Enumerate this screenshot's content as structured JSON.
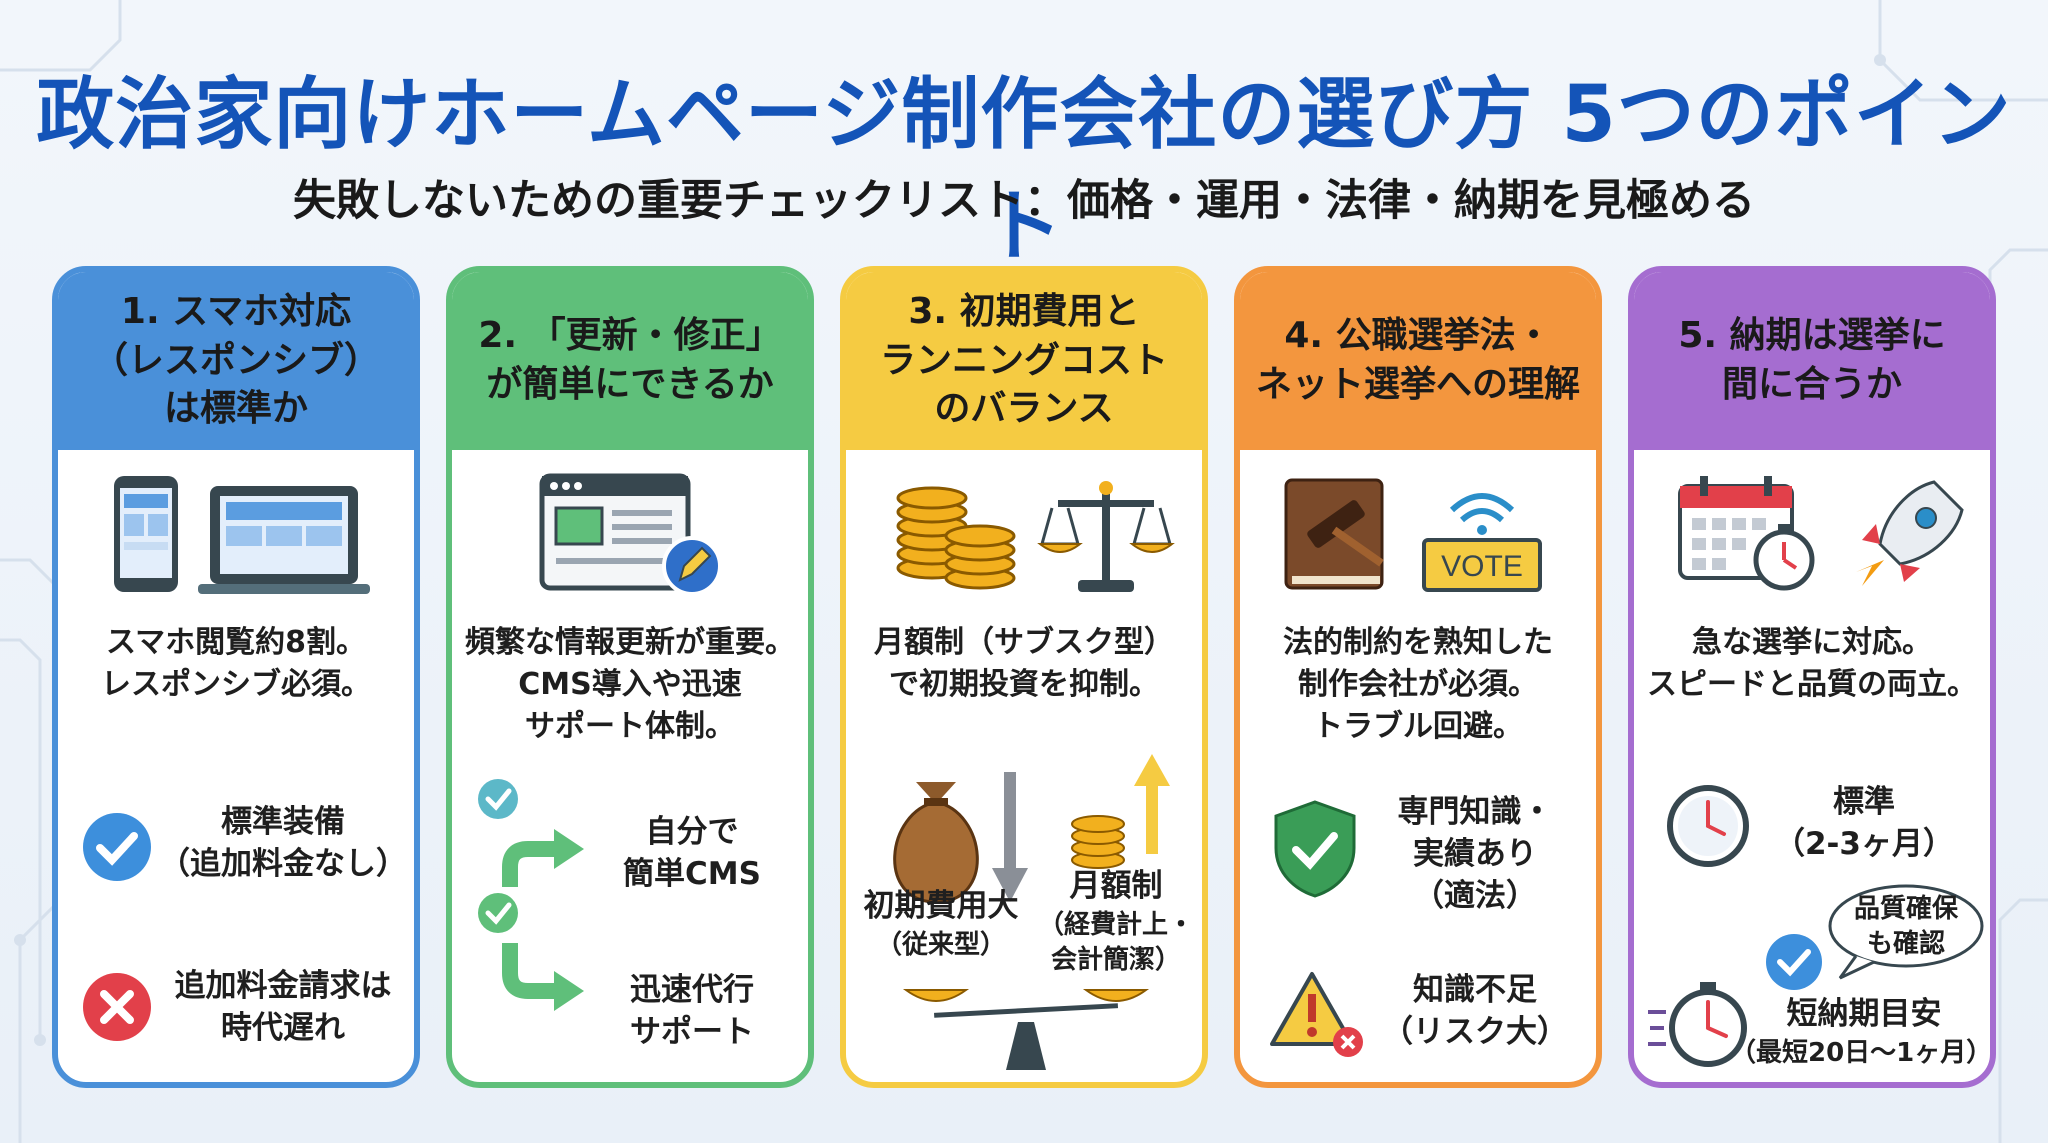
{
  "title": "政治家向けホームページ制作会社の選び方 5つのポイント",
  "subtitle": "失敗しないための重要チェックリスト：価格・運用・法律・納期を見極める",
  "colors": {
    "blue": "#4a90d9",
    "green": "#5fbf7a",
    "yellow": "#f5cb42",
    "orange": "#f3963e",
    "purple": "#a56dd0",
    "title": "#1454b8"
  },
  "cards": [
    {
      "heading": "1. スマホ対応\n（レスポンシブ）\nは標準か",
      "desc": "スマホ閲覧約8割。\nレスポンシブ必須。",
      "good": "標準装備\n（追加料金なし）",
      "bad": "追加料金請求は\n時代遅れ",
      "icons": [
        "smartphone-icon",
        "laptop-icon",
        "check-circle-icon",
        "x-circle-icon"
      ]
    },
    {
      "heading": "2. 「更新・修正」\nが簡単にできるか",
      "desc": "頻繁な情報更新が重要。\nCMS導入や迅速\nサポート体制。",
      "item1": "自分で\n簡単CMS",
      "item2": "迅速代行\nサポート",
      "icons": [
        "browser-edit-icon",
        "check-icon",
        "arrow-icon"
      ]
    },
    {
      "heading": "3. 初期費用と\nランニングコスト\nのバランス",
      "desc": "月額制（サブスク型）\nで初期投資を抑制。",
      "left": "初期費用大",
      "left_sub": "（従来型）",
      "right": "月額制",
      "right_sub": "（経費計上・\n会計簡潔）",
      "icons": [
        "coins-icon",
        "scale-icon",
        "money-bag-icon",
        "arrow-down-icon",
        "arrow-up-icon"
      ]
    },
    {
      "heading": "4. 公職選挙法・\nネット選挙への理解",
      "desc": "法的制約を熟知した\n制作会社が必須。\nトラブル回避。",
      "vote": "VOTE",
      "good": "専門知識・\n実績あり\n（適法）",
      "bad": "知識不足\n（リスク大）",
      "icons": [
        "law-book-gavel-icon",
        "vote-sign-icon",
        "shield-check-icon",
        "warning-icon"
      ]
    },
    {
      "heading": "5. 納期は選挙に\n間に合うか",
      "desc": "急な選挙に対応。\nスピードと品質の両立。",
      "standard": "標準\n（2-3ヶ月）",
      "bubble": "品質確保\nも確認",
      "fast": "短納期目安",
      "fast_sub": "（最短20日〜1ヶ月）",
      "icons": [
        "calendar-icon",
        "stopwatch-icon",
        "rocket-icon",
        "clock-icon"
      ]
    }
  ]
}
